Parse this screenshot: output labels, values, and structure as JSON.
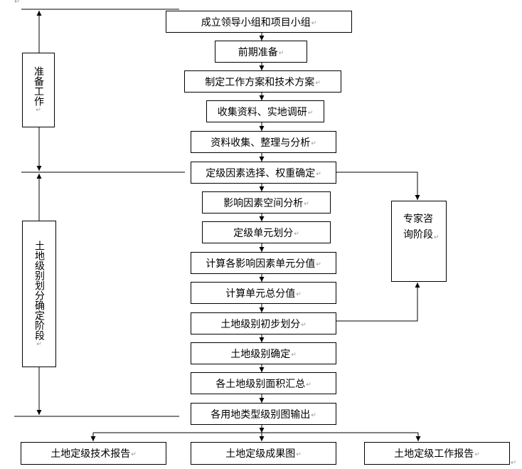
{
  "diagram": {
    "phases": [
      {
        "label": "准备工作"
      },
      {
        "label": "土地级别划分确定阶段"
      }
    ],
    "steps": [
      {
        "label": "成立领导小组和项目小组"
      },
      {
        "label": "前期准备"
      },
      {
        "label": "制定工作方案和技术方案"
      },
      {
        "label": "收集资料、实地调研"
      },
      {
        "label": "资料收集、整理与分析"
      },
      {
        "label": "定级因素选择、权重确定"
      },
      {
        "label": "影响因素空间分析"
      },
      {
        "label": "定级单元划分"
      },
      {
        "label": "计算各影响因素单元分值"
      },
      {
        "label": "计算单元总分值"
      },
      {
        "label": "土地级别初步划分"
      },
      {
        "label": "土地级别确定"
      },
      {
        "label": "各土地级别面积汇总"
      },
      {
        "label": "各用地类型级别图输出"
      }
    ],
    "expert": {
      "line1": "专家咨",
      "line2": "询阶段"
    },
    "outputs": [
      {
        "label": "土地定级技术报告"
      },
      {
        "label": "土地定级成果图"
      },
      {
        "label": "土地定级工作报告"
      }
    ],
    "paragraph_mark": "↵",
    "vertical_mark": "↵"
  }
}
